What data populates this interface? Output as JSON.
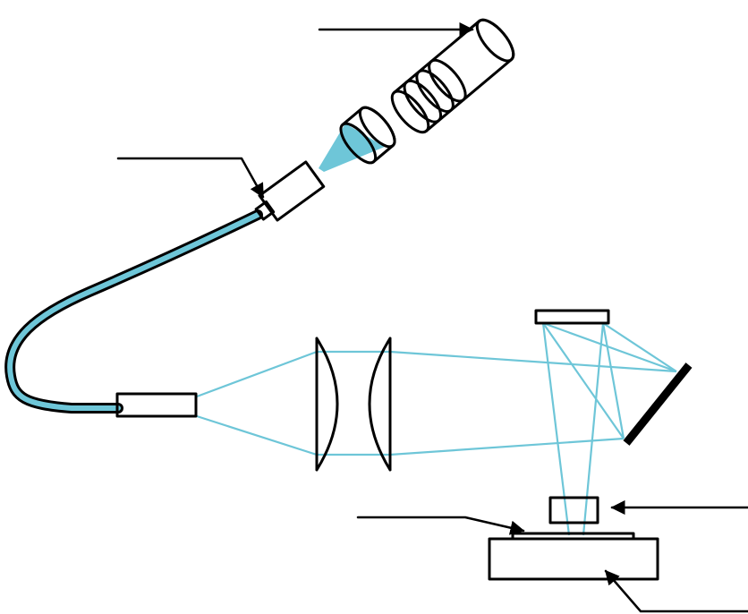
{
  "diagram": {
    "type": "optical-setup",
    "colors": {
      "line": "#000000",
      "beam": "#6ec6d8",
      "background": "#ffffff"
    },
    "components": [
      "laser-source",
      "focusing-lens",
      "fiber-coupler",
      "optical-fiber",
      "fiber-output-collimator",
      "lens-pair",
      "mirror-top",
      "mirror-angled",
      "detector",
      "sample",
      "sample-stage"
    ],
    "pointer_arrows": [
      "arrow-to-laser-source",
      "arrow-to-fiber-coupler",
      "arrow-to-sample",
      "arrow-to-detector",
      "arrow-to-sample-stage"
    ]
  }
}
